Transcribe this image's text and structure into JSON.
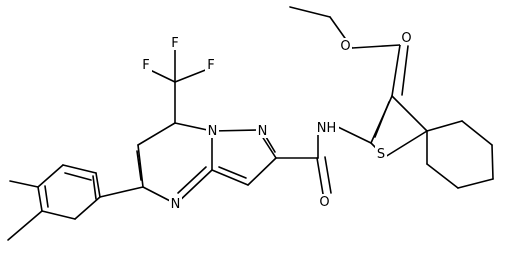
{
  "molecule": {
    "atom_labels": {
      "F_left": "F",
      "F_top": "F",
      "F_right": "F",
      "O_ester_ring": "O",
      "O_ester_carbonyl": "O",
      "N_pyrazole_bridge": "N",
      "N_pyrazole": "N",
      "NH_amide": "NH",
      "N_pyrimidine": "N",
      "O_amide": "O",
      "S_thiophene": "S"
    }
  }
}
